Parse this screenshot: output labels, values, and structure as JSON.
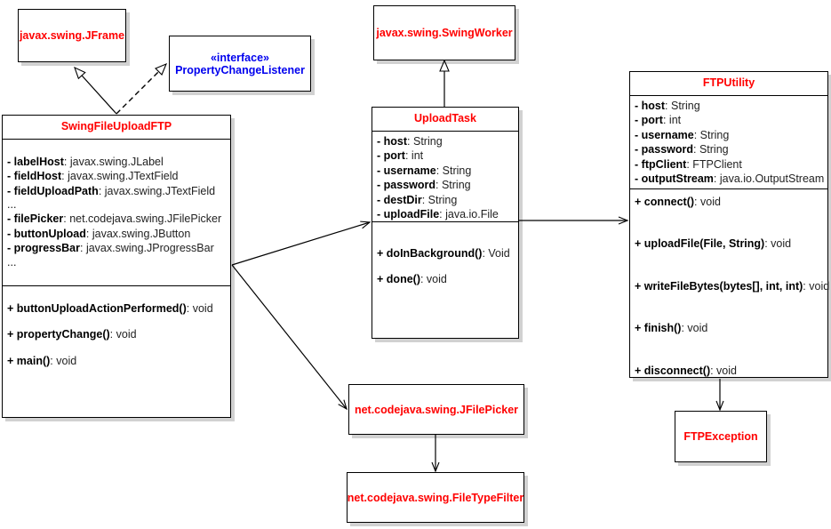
{
  "diagram": {
    "title": "Swing File Upload FTP UML class diagram",
    "colors": {
      "class_name": "#ff0000",
      "interface_name": "#0000ee",
      "member_text": "#111111",
      "border": "#000000",
      "background": "#ffffff"
    }
  },
  "classes": {
    "jframe": {
      "name": "javax.swing.JFrame",
      "kind": "external-class"
    },
    "property_change_listener": {
      "stereotype": "«interface»",
      "name": "PropertyChangeListener",
      "kind": "interface"
    },
    "swing_worker": {
      "name": "javax.swing.SwingWorker",
      "kind": "external-class"
    },
    "swing_file_upload_ftp": {
      "name": "SwingFileUploadFTP",
      "attributes": [
        {
          "vis": "-",
          "nm": "labelHost",
          "ty": ": javax.swing.JLabel"
        },
        {
          "vis": "-",
          "nm": "fieldHost",
          "ty": ": javax.swing.JTextField"
        },
        {
          "vis": "-",
          "nm": "fieldUploadPath",
          "ty": ": javax.swing.JTextField"
        },
        {
          "vis": "",
          "nm": "...",
          "ty": ""
        },
        {
          "vis": "-",
          "nm": "filePicker",
          "ty": ": net.codejava.swing.JFilePicker"
        },
        {
          "vis": "-",
          "nm": "buttonUpload",
          "ty": ": javax.swing.JButton"
        },
        {
          "vis": "-",
          "nm": "progressBar",
          "ty": ": javax.swing.JProgressBar"
        },
        {
          "vis": "",
          "nm": "...",
          "ty": ""
        }
      ],
      "methods": [
        {
          "vis": "+",
          "nm": "buttonUploadActionPerformed()",
          "ty": ": void"
        },
        {
          "vis": "+",
          "nm": "propertyChange()",
          "ty": ": void"
        },
        {
          "vis": "+",
          "nm": "main()",
          "ty": ": void"
        }
      ]
    },
    "upload_task": {
      "name": "UploadTask",
      "attributes": [
        {
          "vis": "-",
          "nm": "host",
          "ty": ": String"
        },
        {
          "vis": "-",
          "nm": "port",
          "ty": ": int"
        },
        {
          "vis": "-",
          "nm": "username",
          "ty": ": String"
        },
        {
          "vis": "-",
          "nm": "password",
          "ty": ": String"
        },
        {
          "vis": "-",
          "nm": "destDir",
          "ty": ": String"
        },
        {
          "vis": "-",
          "nm": "uploadFile",
          "ty": ": java.io.File"
        }
      ],
      "methods": [
        {
          "vis": "+",
          "nm": "doInBackground()",
          "ty": ": Void"
        },
        {
          "vis": "+",
          "nm": "done()",
          "ty": ": void"
        }
      ]
    },
    "ftp_utility": {
      "name": "FTPUtility",
      "attributes": [
        {
          "vis": "-",
          "nm": "host",
          "ty": ": String"
        },
        {
          "vis": "-",
          "nm": "port",
          "ty": ": int"
        },
        {
          "vis": "-",
          "nm": "username",
          "ty": ": String"
        },
        {
          "vis": "-",
          "nm": "password",
          "ty": ": String"
        },
        {
          "vis": "-",
          "nm": "ftpClient",
          "ty": ": FTPClient"
        },
        {
          "vis": "-",
          "nm": "outputStream",
          "ty": ": java.io.OutputStream"
        }
      ],
      "methods": [
        {
          "vis": "+",
          "nm": "connect()",
          "ty": ": void"
        },
        {
          "vis": "+",
          "nm": "uploadFile(File, String)",
          "ty": ": void"
        },
        {
          "vis": "+",
          "nm": "writeFileBytes(bytes[], int, int)",
          "ty": ": void"
        },
        {
          "vis": "+",
          "nm": "finish()",
          "ty": ": void"
        },
        {
          "vis": "+",
          "nm": "disconnect()",
          "ty": ": void"
        }
      ]
    },
    "file_picker": {
      "name": "net.codejava.swing.JFilePicker",
      "kind": "class"
    },
    "file_type_filter": {
      "name": "net.codejava.swing.FileTypeFilter",
      "kind": "class"
    },
    "ftp_exception": {
      "name": "FTPException",
      "kind": "class"
    }
  },
  "relationships": [
    {
      "from": "SwingFileUploadFTP",
      "to": "javax.swing.JFrame",
      "type": "generalization",
      "style": "solid"
    },
    {
      "from": "SwingFileUploadFTP",
      "to": "PropertyChangeListener",
      "type": "realization",
      "style": "dashed"
    },
    {
      "from": "UploadTask",
      "to": "javax.swing.SwingWorker",
      "type": "generalization",
      "style": "solid"
    },
    {
      "from": "SwingFileUploadFTP",
      "to": "UploadTask",
      "type": "association",
      "style": "solid"
    },
    {
      "from": "SwingFileUploadFTP",
      "to": "net.codejava.swing.JFilePicker",
      "type": "association",
      "style": "solid"
    },
    {
      "from": "UploadTask",
      "to": "FTPUtility",
      "type": "association",
      "style": "solid"
    },
    {
      "from": "net.codejava.swing.JFilePicker",
      "to": "net.codejava.swing.FileTypeFilter",
      "type": "association",
      "style": "solid"
    },
    {
      "from": "FTPUtility",
      "to": "FTPException",
      "type": "association",
      "style": "solid"
    }
  ]
}
